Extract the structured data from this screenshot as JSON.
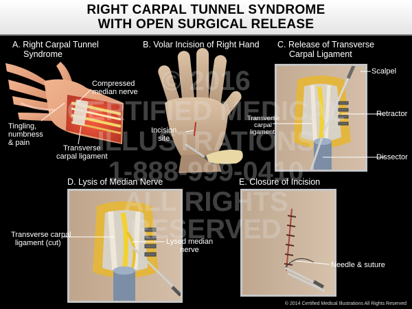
{
  "title": {
    "line1": "RIGHT CARPAL TUNNEL SYNDROME",
    "line2": "WITH OPEN SURGICAL RELEASE"
  },
  "panels": {
    "a": {
      "title_line1": "A. Right Carpal Tunnel",
      "title_line2": "Syndrome",
      "labels": {
        "compressed_line1": "Compressed",
        "compressed_line2": "median nerve",
        "tingling_line1": "Tingling,",
        "tingling_line2": "numbness",
        "tingling_line3": "& pain",
        "transverse_line1": "Transverse",
        "transverse_line2": "carpal ligament"
      }
    },
    "b": {
      "title": "B. Volar Incision of Right Hand",
      "labels": {
        "incision_line1": "Incision",
        "incision_line2": "site"
      }
    },
    "c": {
      "title_line1": "C. Release of Transverse",
      "title_line2": "Carpal Ligament",
      "labels": {
        "scalpel": "Scalpel",
        "retractor": "Retractor",
        "dissector": "Dissector",
        "ligament_line1": "Transverse",
        "ligament_line2": "carpal",
        "ligament_line3": "ligament"
      }
    },
    "d": {
      "title": "D. Lysis of Median Nerve",
      "labels": {
        "ligament_cut_line1": "Transverse carpal",
        "ligament_cut_line2": "ligament (cut)",
        "lysed_line1": "Lysed median",
        "lysed_line2": "nerve"
      }
    },
    "e": {
      "title": "E. Closure of Incision",
      "labels": {
        "needle": "Needle & suture"
      }
    }
  },
  "watermark": {
    "line1": "© 2016",
    "line2": "CERTIFIED MEDICAL",
    "line3": "ILLUSTRATIONS",
    "line4": "1-888-999-0410",
    "line5": "ALL RIGHTS",
    "line6": "RESERVED"
  },
  "copyright": "© 2014 Certified Medical Illustrations All Rights Reserved",
  "colors": {
    "background": "#000000",
    "skin": "#c9ad92",
    "fat": "#e3b640",
    "nerve": "#f2d230",
    "inflamed": "#c9432a",
    "frame": "#c7c7c7"
  }
}
